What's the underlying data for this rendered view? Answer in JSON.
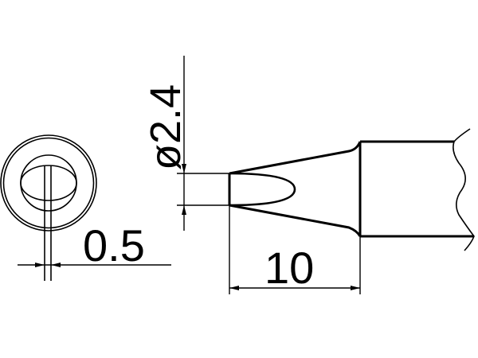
{
  "drawing": {
    "subject": "soldering-tip-chisel",
    "stroke_color": "#000000",
    "background": "#ffffff"
  },
  "dimensions": {
    "diameter": {
      "symbol": "ø",
      "value": "2.4",
      "label": "ø2.4"
    },
    "tip_thickness": {
      "value": "0.5",
      "label": "0.5"
    },
    "taper_length": {
      "value": "10",
      "label": "10"
    }
  },
  "views": [
    {
      "name": "end-view",
      "description": "front view of chisel tip"
    },
    {
      "name": "side-view",
      "description": "side profile of tip and shaft"
    }
  ]
}
